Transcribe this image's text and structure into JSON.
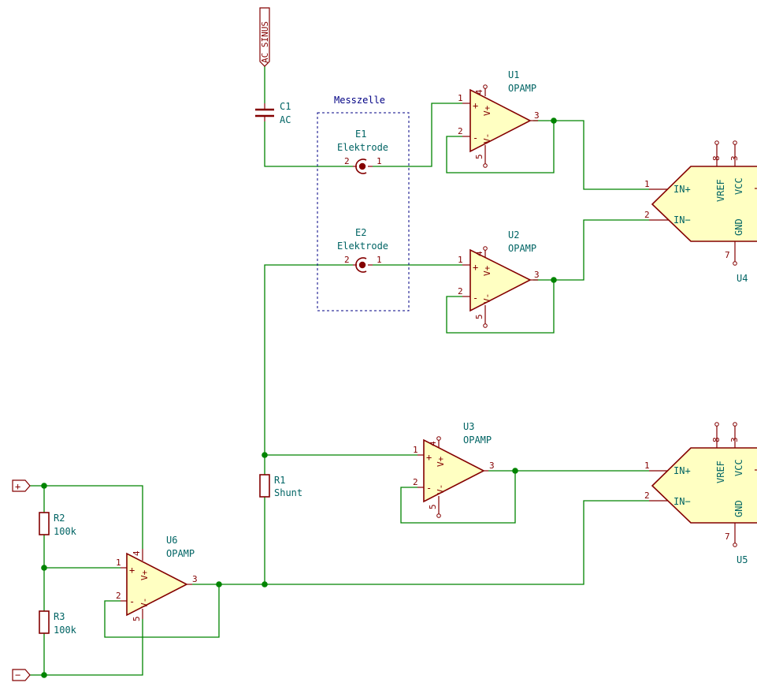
{
  "colors": {
    "wire": "#008400",
    "symbol_line": "#840000",
    "symbol_fill": "#ffffc2",
    "ref_text": "#006464",
    "pin_text": "#840000",
    "note_text": "#000084",
    "frame": "#000084",
    "background": "#ffffff"
  },
  "power_label": "AC_SINUS",
  "c1": {
    "ref": "C1",
    "value": "AC"
  },
  "group_box": {
    "label": "Messzelle"
  },
  "e1": {
    "ref": "E1",
    "value": "Elektrode",
    "pin_left": "2",
    "pin_right": "1"
  },
  "e2": {
    "ref": "E2",
    "value": "Elektrode",
    "pin_left": "2",
    "pin_right": "1"
  },
  "r1": {
    "ref": "R1",
    "value": "Shunt"
  },
  "r2": {
    "ref": "R2",
    "value": "100k"
  },
  "r3": {
    "ref": "R3",
    "value": "100k"
  },
  "u1": {
    "ref": "U1",
    "value": "OPAMP",
    "pin_in_plus": "1",
    "pin_in_minus": "2",
    "pin_out": "3",
    "pin_vplus": "4",
    "pin_vminus": "5",
    "label_plus": "+",
    "label_minus": "-",
    "label_vplus": "V+",
    "label_vminus": "V-"
  },
  "u2": {
    "ref": "U2",
    "value": "OPAMP",
    "pin_in_plus": "1",
    "pin_in_minus": "2",
    "pin_out": "3",
    "pin_vplus": "4",
    "pin_vminus": "5",
    "label_plus": "+",
    "label_minus": "-",
    "label_vplus": "V+",
    "label_vminus": "V-"
  },
  "u3": {
    "ref": "U3",
    "value": "OPAMP",
    "pin_in_plus": "1",
    "pin_in_minus": "2",
    "pin_out": "3",
    "pin_vplus": "4",
    "pin_vminus": "5",
    "label_plus": "+",
    "label_minus": "-",
    "label_vplus": "V+",
    "label_vminus": "V-"
  },
  "u6": {
    "ref": "U6",
    "value": "OPAMP",
    "pin_in_plus": "1",
    "pin_in_minus": "2",
    "pin_out": "3",
    "pin_vplus": "4",
    "pin_vminus": "5",
    "label_plus": "+",
    "label_minus": "-",
    "label_vplus": "V+",
    "label_vminus": "V-"
  },
  "u4": {
    "ref": "U4",
    "pin_inp": "1",
    "pin_inm": "2",
    "pin_vref": "8",
    "pin_vcc": "3",
    "pin_gnd": "7",
    "label_inp": "IN+",
    "label_inm": "IN−",
    "label_vref": "VREF",
    "label_vcc": "VCC",
    "label_gnd": "GND"
  },
  "u5": {
    "ref": "U5",
    "pin_inp": "1",
    "pin_inm": "2",
    "pin_vref": "8",
    "pin_vcc": "3",
    "pin_gnd": "7",
    "label_inp": "IN+",
    "label_inm": "IN−",
    "label_vref": "VREF",
    "label_vcc": "VCC",
    "label_gnd": "GND"
  },
  "supply_plus": {
    "symbol": "+"
  },
  "supply_minus": {
    "symbol": "−"
  }
}
